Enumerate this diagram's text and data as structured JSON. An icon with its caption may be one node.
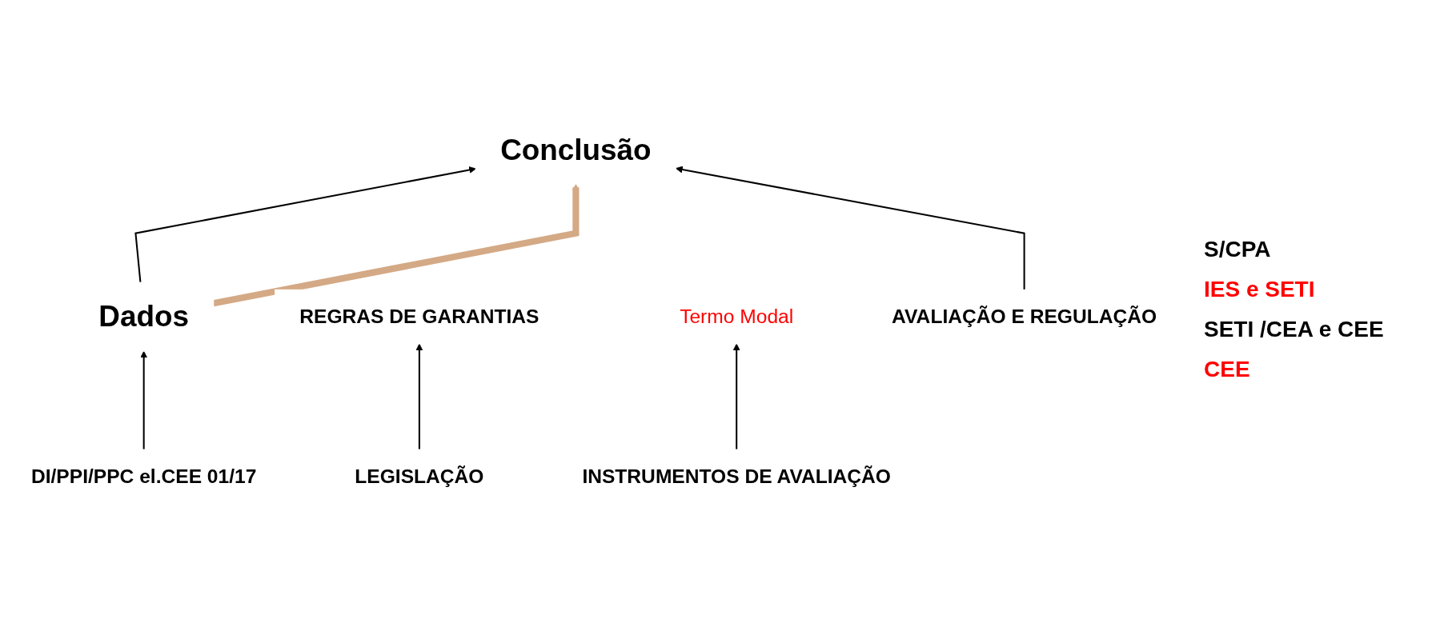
{
  "diagram": {
    "nodes": [
      {
        "text": [
          "Dados"
        ]
      },
      {
        "text": [
          "REGRAS DE GARANTIAS"
        ]
      },
      {
        "text": [
          "Termo Modal"
        ]
      },
      {
        "text": [
          "Conclusão"
        ]
      },
      {
        "text": [
          "DI/PPI/PPC el.CEE 01/17"
        ]
      },
      {
        "text": [
          "LEGISLAÇÃO"
        ]
      },
      {
        "text": [
          "INSTRUMENTOS DE AVALIAÇÃO"
        ]
      },
      {
        "text": [
          "AVALIAÇÃO E REGULAÇÃO"
        ]
      }
    ],
    "edges": [
      {
        "from": 0,
        "to": 3,
        "arrow": "to"
      },
      {
        "from": 0,
        "to": 3,
        "arrow": "to",
        "style": "thick",
        "color": "#d4a985"
      },
      {
        "from": 4,
        "to": 0,
        "arrow": "to"
      },
      {
        "from": 5,
        "to": 1,
        "arrow": "to"
      },
      {
        "from": 6,
        "to": 2,
        "arrow": "to"
      },
      {
        "from": 7,
        "to": 3,
        "arrow": "to"
      }
    ],
    "labels": [
      "S/CPA",
      "IES e SETI",
      "SETI /CEA e CEE",
      "CEE"
    ]
  }
}
